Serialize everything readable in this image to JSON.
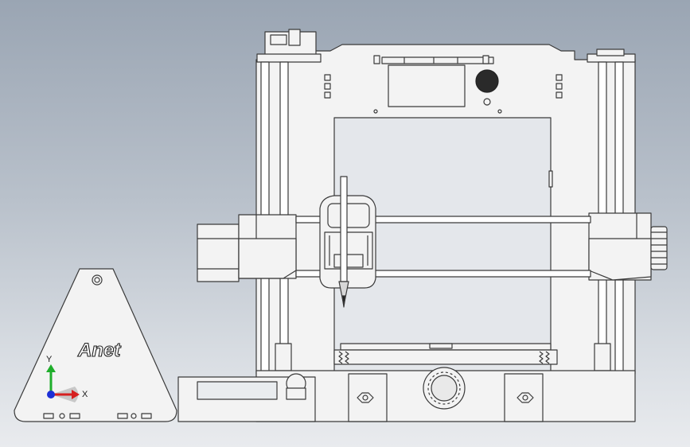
{
  "model": {
    "plate_logo_text": "Anet",
    "triad": {
      "x_label": "X",
      "y_label": "Y",
      "x_color": "#d61f1f",
      "y_color": "#1fae2b",
      "z_color": "#1d2fd6"
    },
    "colors": {
      "part_fill": "#f3f3f3",
      "part_stroke": "#3a3a3a",
      "rod_fill": "#ffffff",
      "background_top": "#9aa5b3",
      "background_bottom": "#e9ebee"
    }
  }
}
